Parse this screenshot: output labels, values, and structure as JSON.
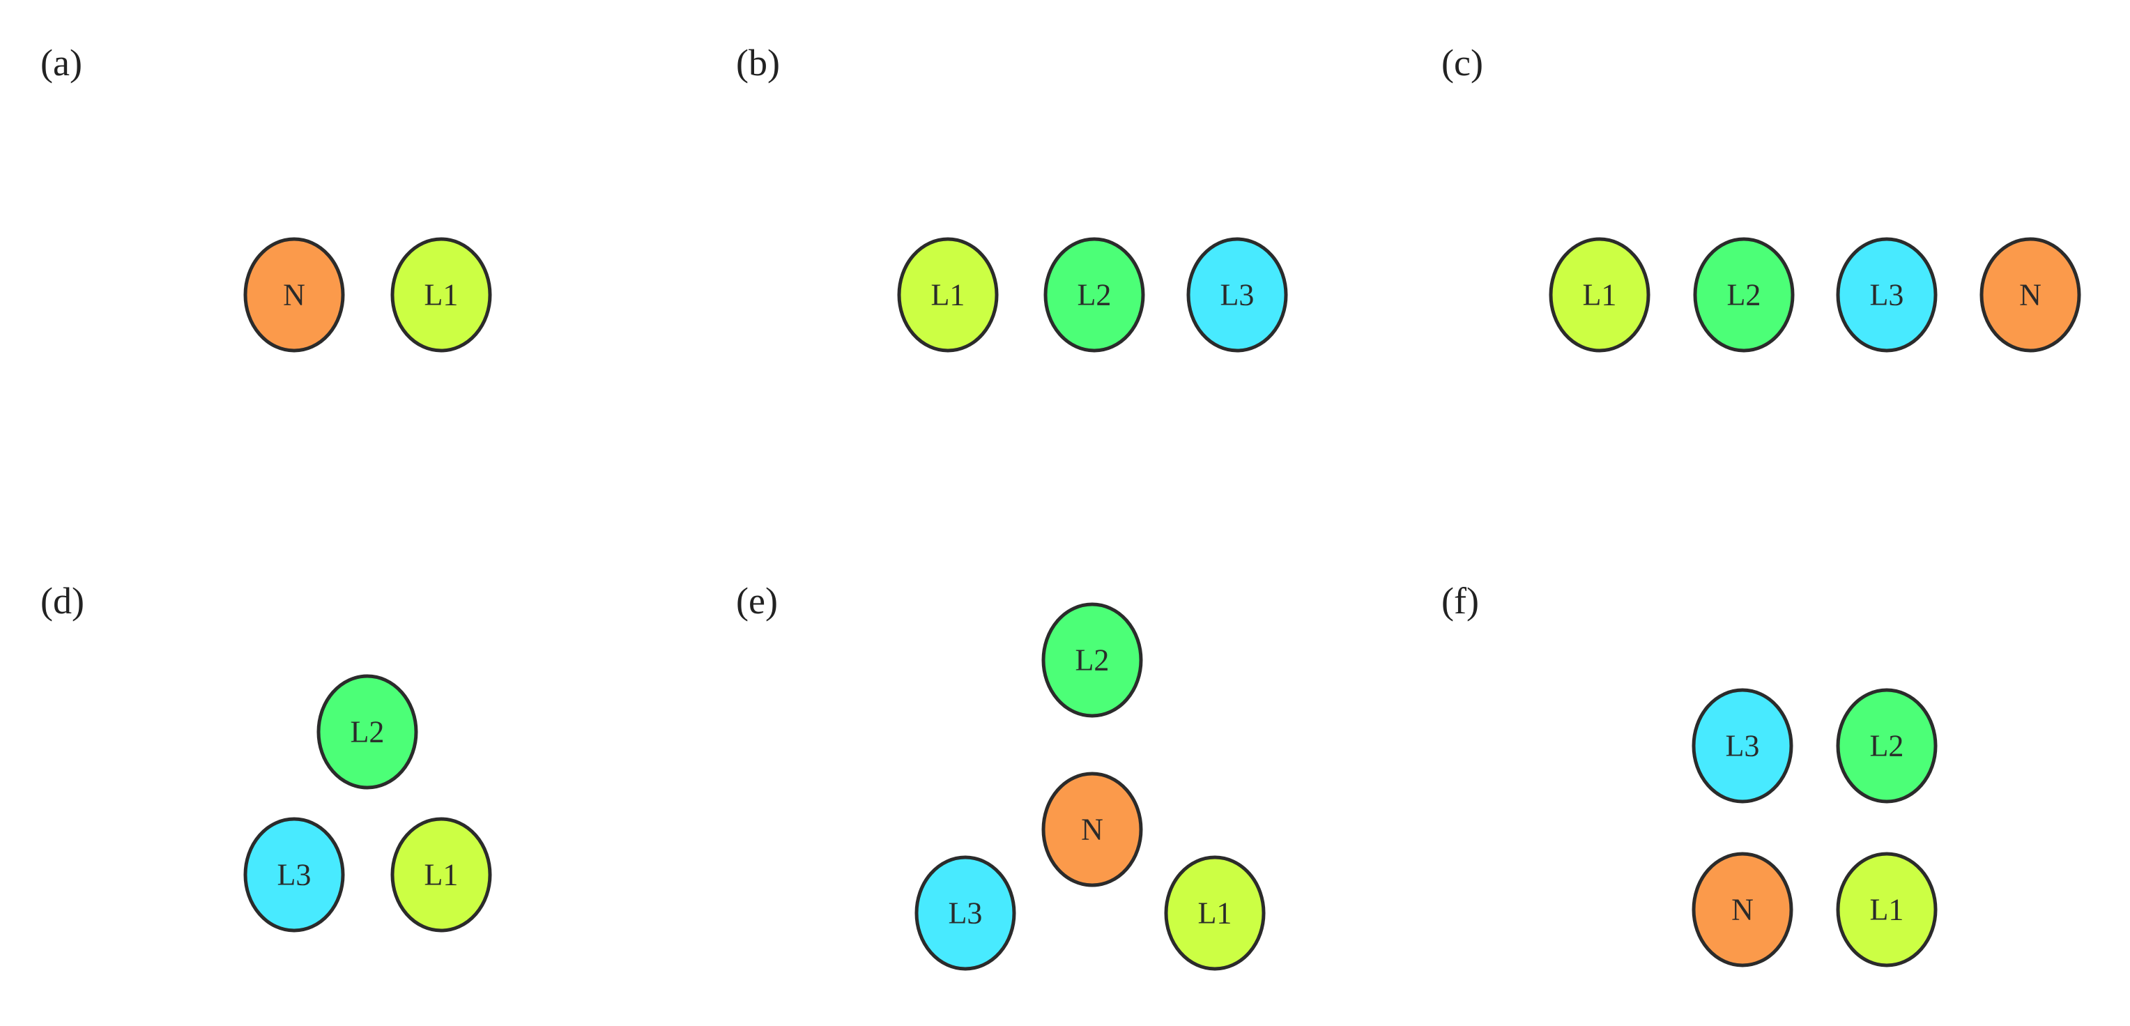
{
  "colors": {
    "N": "#fb9a4b",
    "L1": "#ccff44",
    "L2": "#4cff77",
    "L3": "#48eaff"
  },
  "panels": [
    {
      "label": "(a)",
      "conductors": [
        "N",
        "L1"
      ]
    },
    {
      "label": "(b)",
      "conductors": [
        "L1",
        "L2",
        "L3"
      ]
    },
    {
      "label": "(c)",
      "conductors": [
        "L1",
        "L2",
        "L3",
        "N"
      ]
    },
    {
      "label": "(d)",
      "conductors": [
        "L2",
        "L3",
        "L1"
      ]
    },
    {
      "label": "(e)",
      "conductors": [
        "L2",
        "N",
        "L3",
        "L1"
      ]
    },
    {
      "label": "(f)",
      "conductors": [
        "L3",
        "L2",
        "N",
        "L1"
      ]
    }
  ]
}
